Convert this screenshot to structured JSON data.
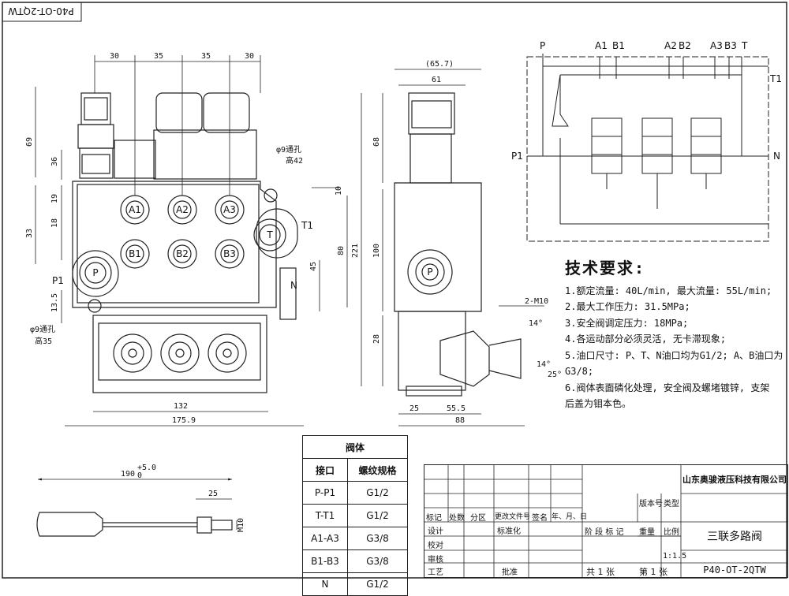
{
  "drawing_code_mirror": "P40-OT-2QTW",
  "front_view": {
    "dims_top": [
      "30",
      "35",
      "35",
      "30"
    ],
    "dims_left": [
      "69",
      "36",
      "19",
      "18",
      "33",
      "13.5"
    ],
    "dims_right": [
      "10",
      "45",
      "80",
      "221"
    ],
    "dim_bottom_inner": "132",
    "dim_bottom_outer": "175.9",
    "hole_top": "φ9通孔",
    "hole_top_depth": "高42",
    "hole_bottom": "φ9通孔",
    "hole_bottom_depth": "高35",
    "ports": [
      "A1",
      "A2",
      "A3",
      "B1",
      "B2",
      "B3",
      "P",
      "T"
    ],
    "port_labels": [
      "T1",
      "P1",
      "N"
    ]
  },
  "side_view": {
    "dims_top": [
      "(65.7)",
      "61"
    ],
    "dims_left": [
      "68",
      "100",
      "28"
    ],
    "dims_bottom": [
      "25",
      "55.5",
      "88"
    ],
    "port": "P",
    "thread": "2-M10",
    "angles": [
      "14°",
      "14°",
      "25°"
    ]
  },
  "handle": {
    "length": "190",
    "tol_upper": "+5.0",
    "tol_lower": "0",
    "thread_len": "25",
    "thread": "M10"
  },
  "schematic": {
    "labels_top": [
      "P",
      "A1",
      "B1",
      "A2",
      "B2",
      "A3",
      "B3",
      "T"
    ],
    "label_t1": "T1",
    "label_p1": "P1",
    "label_n": "N"
  },
  "tech": {
    "title": "技术要求:",
    "lines": [
      "1.额定流量: 40L/min, 最大流量: 55L/min;",
      "2.最大工作压力: 31.5MPa;",
      "3.安全阀调定压力: 18MPa;",
      "4.各运动部分必须灵活, 无卡滞现象;",
      "5.油口尺寸: P、T、N油口均为G1/2; A、B油口为",
      "G3/8;",
      "6.阀体表面磷化处理, 安全阀及螺堵镀锌, 支架",
      "后盖为钼本色。"
    ]
  },
  "port_table": {
    "title": "阀体",
    "headers": [
      "接口",
      "螺纹规格"
    ],
    "rows": [
      [
        "P-P1",
        "G1/2"
      ],
      [
        "T-T1",
        "G1/2"
      ],
      [
        "A1-A3",
        "G3/8"
      ],
      [
        "B1-B3",
        "G3/8"
      ],
      [
        "N",
        "G1/2"
      ]
    ]
  },
  "title_block": {
    "company": "山东奥骏液压科技有限公司",
    "product": "三联多路阀",
    "code": "P40-OT-2QTW",
    "scale": "1:1.5",
    "row_labels": [
      "标记",
      "处数",
      "分区",
      "更改文件号",
      "签名",
      "年、月、日"
    ],
    "left_labels": [
      "设计",
      "校对",
      "审核",
      "工艺"
    ],
    "std": "标准化",
    "approve": "批准",
    "stage_labels": [
      "阶 段 标 记",
      "重量",
      "比例"
    ],
    "version": "版本号",
    "type": "类型",
    "total": "共 1 张",
    "sheet": "第 1 张"
  }
}
